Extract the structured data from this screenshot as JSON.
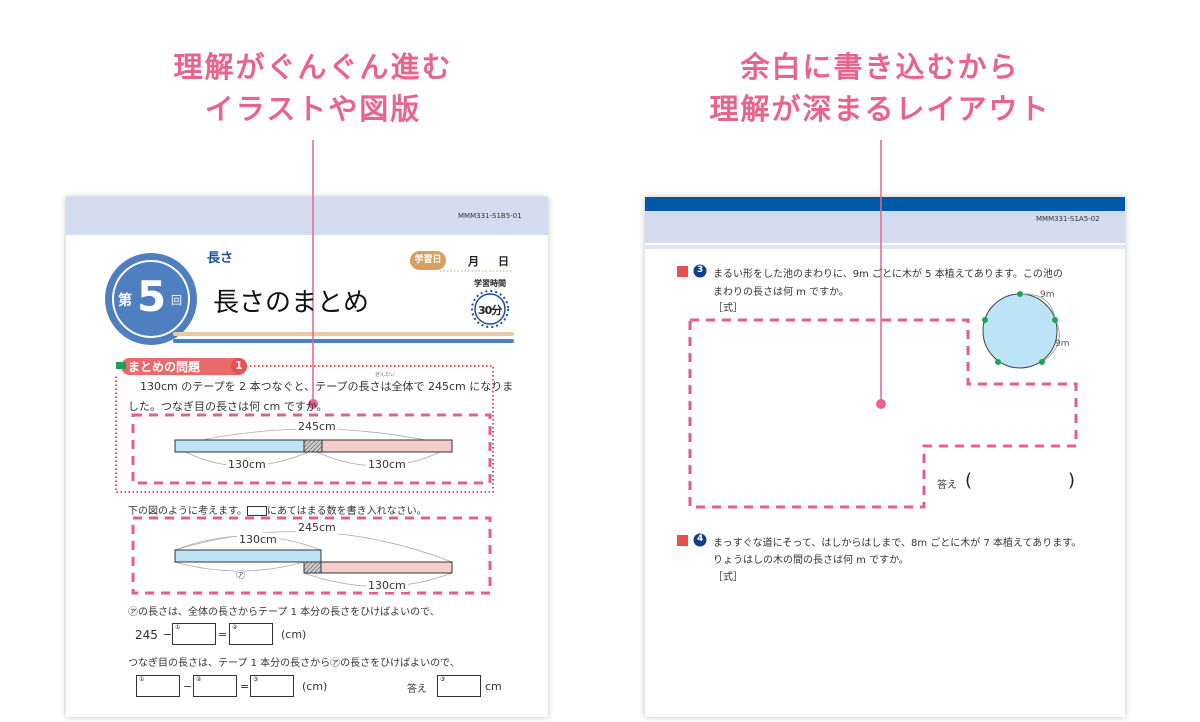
{
  "headlines": {
    "left": [
      "理解がぐんぐん進む",
      "イラストや図版"
    ],
    "right": [
      "余白に書き込むから",
      "理解が深まるレイアウト"
    ]
  },
  "left_page": {
    "code": "MMM331-S1B5-01",
    "unit": "長さ",
    "lesson_prefix": "第",
    "lesson_number": "5",
    "lesson_suffix": "回",
    "title": "長さのまとめ",
    "study_date_label": "学習日",
    "month": "月",
    "day": "日",
    "study_time_label": "学習時間",
    "study_time": "30分",
    "section": "まとめの問題",
    "section_number": "1",
    "problem": [
      "130cm のテープを 2 本つなぐと、テープの長さは全体で 245cm になりま",
      "した。つなぎ目の長さは何 cm ですか。"
    ],
    "ruby": "ぜんたい",
    "fig1": {
      "total": "245cm",
      "a": "130cm",
      "b": "130cm"
    },
    "instruction_pre": "下の図のように考えます。",
    "instruction_post": "にあてはまる数を書き入れなさい。",
    "fig2": {
      "total": "245cm",
      "a": "130cm",
      "mark": "㋐",
      "b": "130cm"
    },
    "line1": "㋐の長さは、全体の長さからテープ 1 本分の長さをひけばよいので、",
    "eq1": {
      "start": "245",
      "minus": "−",
      "equals": "=",
      "unit": "(cm)",
      "n1": "①",
      "n2": "②"
    },
    "line2": "つなぎ目の長さは、テープ 1 本分の長さから㋐の長さをひけばよいので、",
    "eq2": {
      "minus": "−",
      "equals": "=",
      "unit": "(cm)",
      "n1": "①",
      "n2": "②",
      "n3": "③"
    },
    "answer_label": "答え",
    "answer_num": "③",
    "answer_unit": "cm"
  },
  "right_page": {
    "code": "MMM331-S1A5-02",
    "q3": {
      "number": "3",
      "text": [
        "まるい形をした池のまわりに、9m ごとに木が 5 本植えてあります。この池の",
        "まわりの長さは何 m ですか。"
      ],
      "formula": "［式］",
      "fig_label1": "9m",
      "fig_label2": "9m"
    },
    "answer_label": "答え",
    "paren_open": "(",
    "paren_close": ")",
    "q4": {
      "number": "4",
      "text": [
        "まっすぐな道にそって、はしからはしまで、8m ごとに木が 7 本植えてあります。",
        "りょうはしの木の間の長さは何 m ですか。"
      ],
      "formula": "［式］"
    }
  },
  "colors": {
    "accent": "#e9648c",
    "blue": "#0058a8",
    "band": "#d3dbee"
  }
}
